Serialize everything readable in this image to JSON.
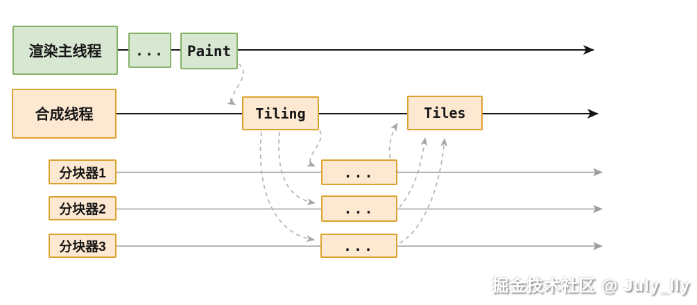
{
  "diagram": {
    "lanes": [
      {
        "id": "render-main-thread",
        "label": "渲染主线程"
      },
      {
        "id": "compositor-thread",
        "label": "合成线程"
      },
      {
        "id": "tiler-1",
        "label": "分块器1"
      },
      {
        "id": "tiler-2",
        "label": "分块器2"
      },
      {
        "id": "tiler-3",
        "label": "分块器3"
      }
    ],
    "boxes": {
      "main_ellipsis": "...",
      "paint": "Paint",
      "tiling": "Tiling",
      "tiles": "Tiles",
      "tiler1_ellipsis": "...",
      "tiler2_ellipsis": "...",
      "tiler3_ellipsis": "..."
    },
    "colors": {
      "green_fill": "#d8e7d2",
      "green_border": "#85b168",
      "orange_fill": "#fde8d1",
      "orange_border": "#dca22f",
      "timeline_black": "#141414",
      "timeline_gray": "#9e9e9e",
      "dashed_gray": "#b3b3b3"
    },
    "watermark": "掘金技术社区 @ July_lly"
  }
}
